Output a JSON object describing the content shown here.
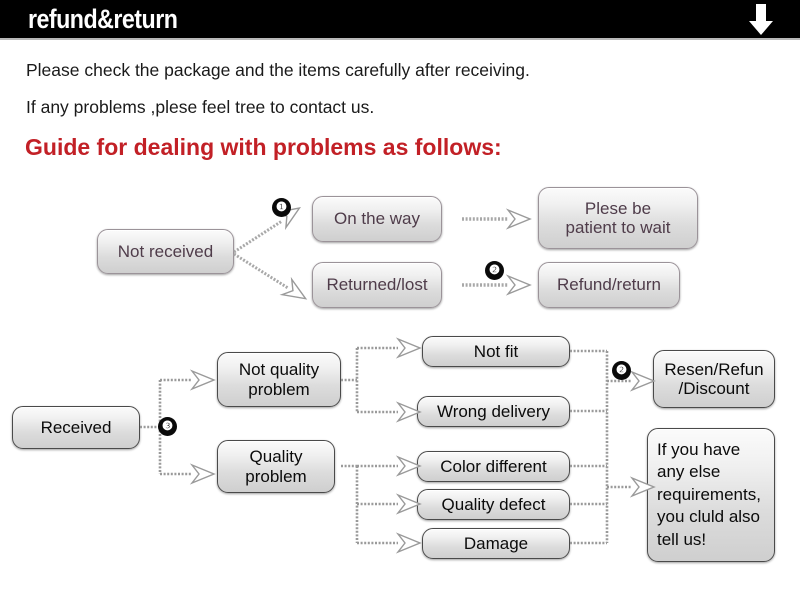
{
  "header": {
    "title": "refund&return",
    "arrow_icon": "down-arrow-icon"
  },
  "intro": {
    "line1": "Please check the package and the items carefully after receiving.",
    "line2": "If any problems ,plese feel tree to contact us.",
    "guide_heading": "Guide for dealing with problems as follows:"
  },
  "colors": {
    "header_background": "#000000",
    "header_text": "#ffffff",
    "guide_heading": "#c22026",
    "box_text_purple": "#4f3c4a",
    "box_text_dark": "#0b0b0b",
    "badge_background": "#0a0a0a",
    "connector": "#8c8c8c"
  },
  "flow_not_received": {
    "source": "Not received",
    "branches": [
      {
        "badge": "❶",
        "state": "On the way",
        "outcome": "Plese be\npatient to wait",
        "outcome_line1": "Plese be",
        "outcome_line2": "patient to wait"
      },
      {
        "badge": "❷",
        "state": "Returned/lost",
        "outcome": "Refund/return"
      }
    ],
    "labels": {
      "source": "Not received",
      "state_1": "On the way",
      "state_2": "Returned/lost",
      "outcome_1_line1": "Plese be",
      "outcome_1_line2": "patient to wait",
      "outcome_2": "Refund/return",
      "badge_1": "❶",
      "badge_2": "❷"
    }
  },
  "flow_received": {
    "source": "Received",
    "badge_source": "❸",
    "badge_outcome": "❷",
    "categories": [
      {
        "label_line1": "Not quality",
        "label_line2": "problem"
      },
      {
        "label_line1": "Quality",
        "label_line2": "problem"
      }
    ],
    "issues": [
      "Not fit",
      "Wrong delivery",
      "Color different",
      "Quality defect",
      "Damage"
    ],
    "outcomes": [
      {
        "line1": "Resen/Refun",
        "line2": "/Discount"
      },
      {
        "line1": "If you have",
        "line2": "any else",
        "line3": "requirements,",
        "line4": "you cluld also",
        "line5": "tell us!"
      }
    ]
  }
}
